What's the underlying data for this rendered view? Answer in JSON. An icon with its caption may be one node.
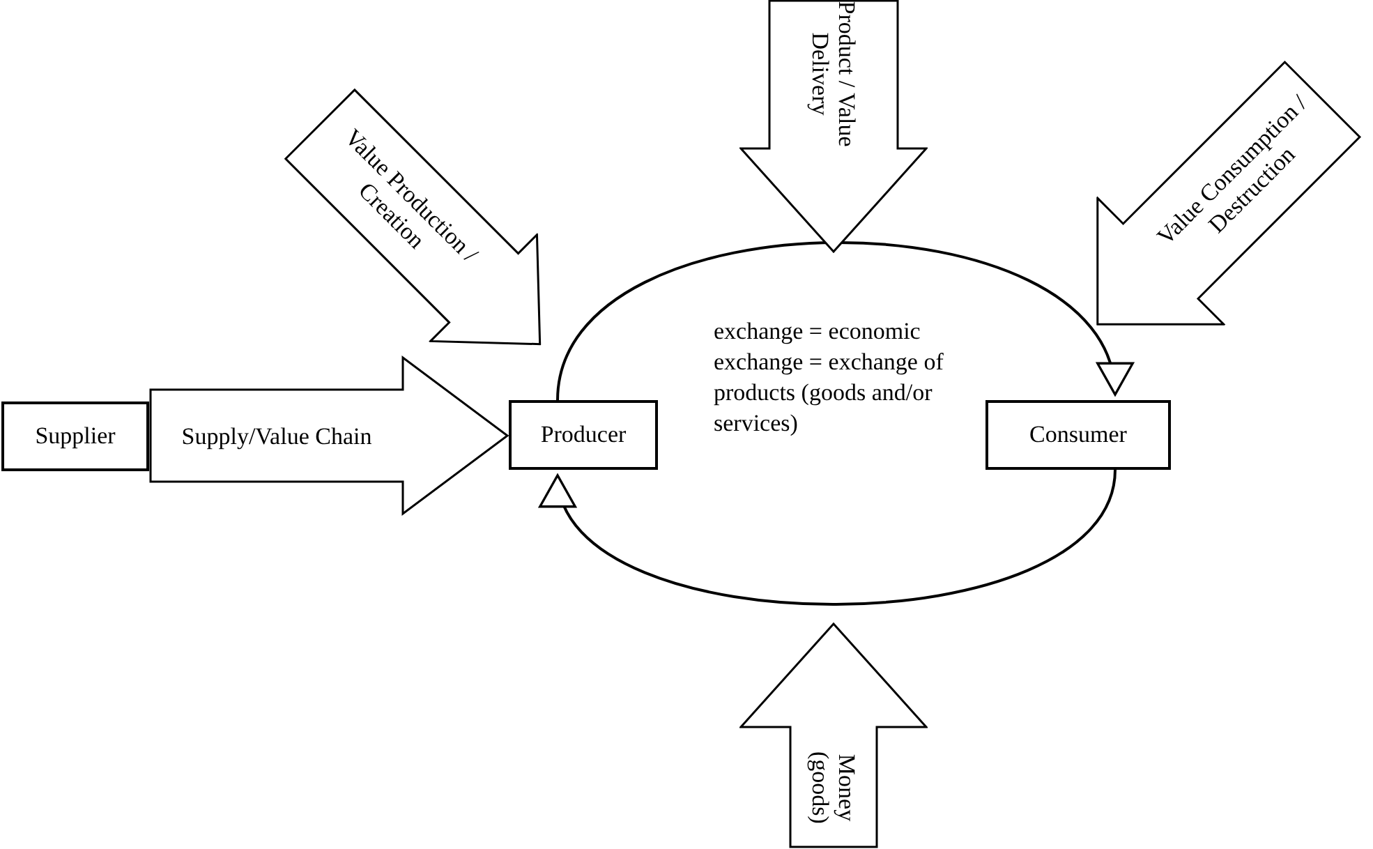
{
  "diagram": {
    "nodes": [
      {
        "text": [
          "Supplier"
        ]
      },
      {
        "text": [
          "Value Production / Creation"
        ]
      },
      {
        "text": [
          "Product / Value Delivery"
        ]
      },
      {
        "text": [
          "Value Consumption / Destruction"
        ]
      },
      {
        "text": [
          "Producer"
        ]
      },
      {
        "text": [
          "Consumer"
        ]
      },
      {
        "text": [
          "Money (goods)"
        ]
      }
    ],
    "edges": [
      {
        "from": 0,
        "to": 4,
        "arrow": "to",
        "label": "Supply/Value Chain",
        "style": "thick"
      },
      {
        "from": 4,
        "to": 5,
        "arrow": "to"
      },
      {
        "from": 5,
        "to": 4,
        "arrow": "to"
      }
    ],
    "labels": [
      "exchange = economic exchange = exchange of products (goods and/or services)"
    ]
  }
}
